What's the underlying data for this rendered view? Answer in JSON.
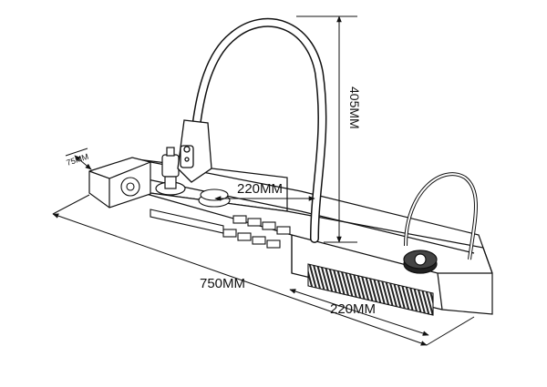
{
  "dimensions": {
    "width_total": "750MM",
    "height": "405MM",
    "spout_reach": "220MM",
    "waterfall_length": "220MM",
    "cup_depth": "75MM"
  }
}
